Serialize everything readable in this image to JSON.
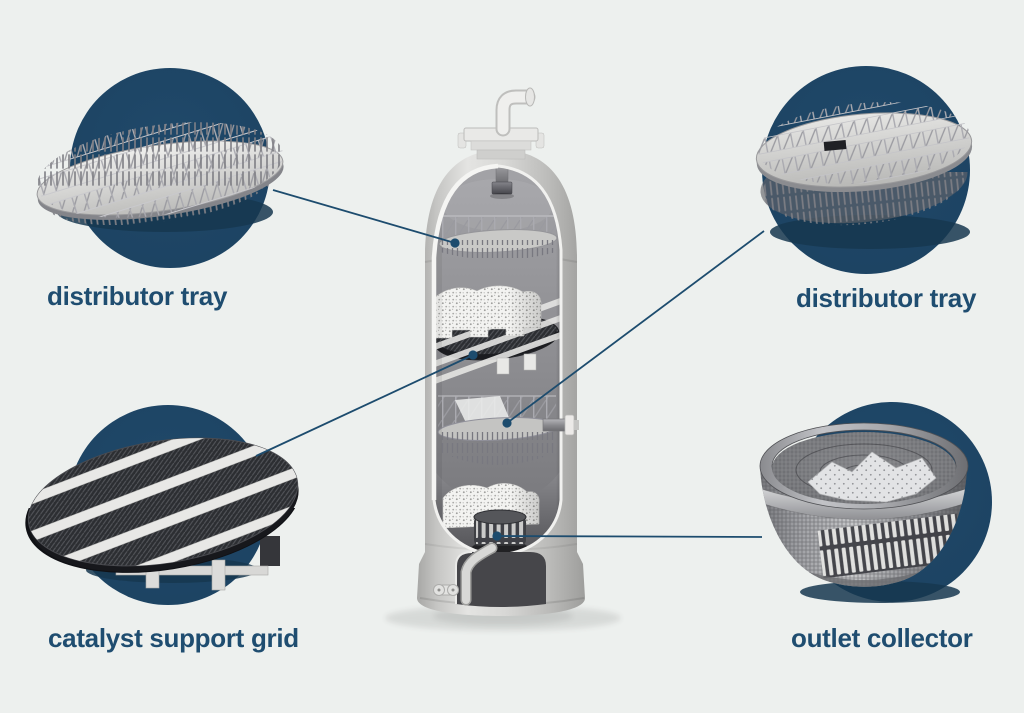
{
  "page": {
    "background": "#edf0ee",
    "kind": "reactor-internals-diagram"
  },
  "palette": {
    "circle_navy": "#1e4764",
    "label_navy": "#1f4d70",
    "connector_navy": "#1d4c6e",
    "dot_navy": "#1d4c6e",
    "vessel_light_gray": "#d8d8d6",
    "interior_gray": "#8d8d91",
    "grid_dark": "#2c2e32"
  },
  "callouts": [
    {
      "label": "distributor tray",
      "position": "top-left",
      "icon": "distributor-tray-icon"
    },
    {
      "label": "distributor tray",
      "position": "top-right",
      "icon": "distributor-tray-icon"
    },
    {
      "label": "catalyst support grid",
      "position": "bottom-left",
      "icon": "catalyst-support-grid-icon"
    },
    {
      "label": "outlet collector",
      "position": "bottom-right",
      "icon": "outlet-collector-icon"
    }
  ],
  "center_illustration": {
    "name": "reactor-vessel-cutaway"
  }
}
